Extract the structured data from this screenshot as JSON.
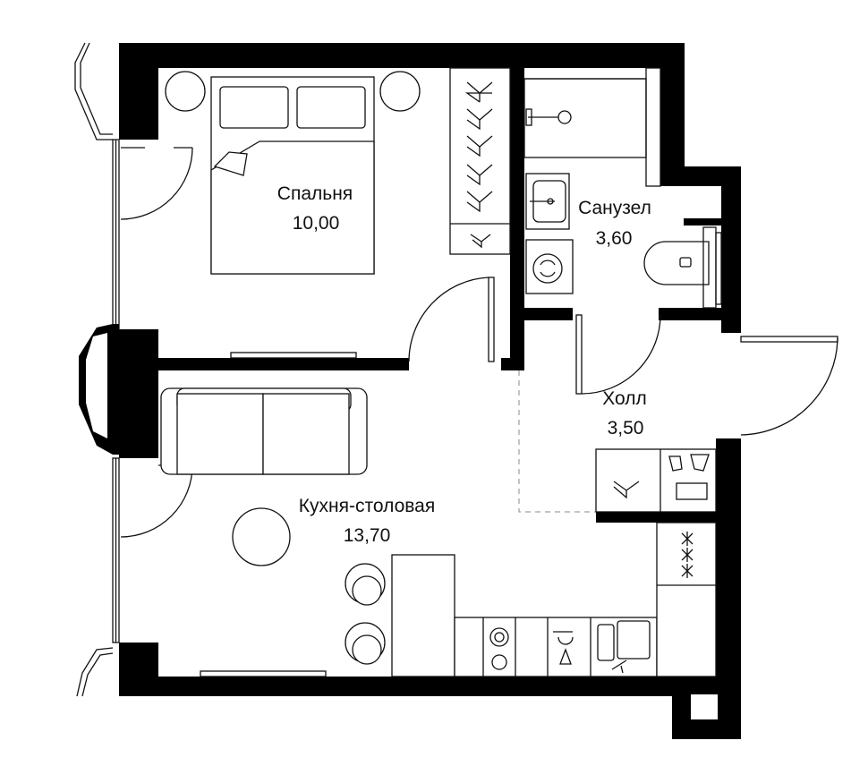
{
  "rooms": {
    "bedroom": {
      "name": "Спальня",
      "area": "10,00"
    },
    "bathroom": {
      "name": "Санузел",
      "area": "3,60"
    },
    "hall": {
      "name": "Холл",
      "area": "3,50"
    },
    "kitchen": {
      "name": "Кухня-столовая",
      "area": "13,70"
    }
  },
  "colors": {
    "wall": "#000000",
    "line": "#111111",
    "background": "#ffffff"
  }
}
